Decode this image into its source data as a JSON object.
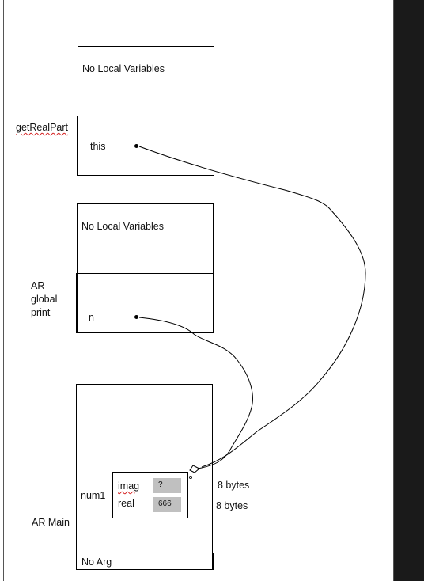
{
  "frames": {
    "top": {
      "locals_text": "No Local Variables",
      "side_label": "getRealPart",
      "param": "this"
    },
    "middle": {
      "locals_text": "No Local Variables",
      "side_label_lines": [
        "AR",
        "global",
        "print"
      ],
      "param": "n"
    },
    "bottom": {
      "side_label": "AR Main",
      "object_name": "num1",
      "fields": [
        {
          "name": "imag",
          "value": "?",
          "size": "8 bytes"
        },
        {
          "name": "real",
          "value": "666",
          "size": "8 bytes"
        }
      ],
      "footer": "No Arg"
    }
  },
  "colors": {
    "value_box": "#c0c0c0",
    "spellcheck_underline": "#d42020",
    "right_bar": "#1a1a1a"
  }
}
